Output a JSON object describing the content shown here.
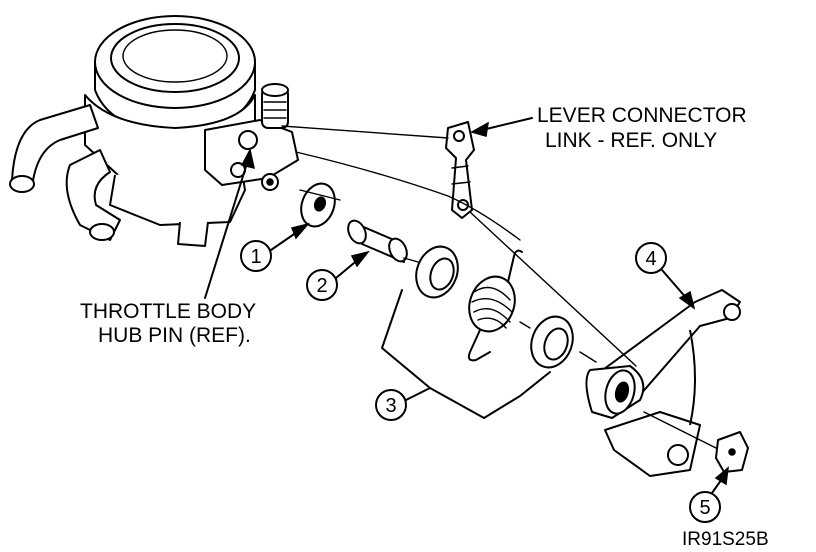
{
  "labels": {
    "lever_connector_line1": "LEVER CONNECTOR",
    "lever_connector_line2": "LINK - REF. ONLY",
    "throttle_hub_line1": "THROTTLE BODY",
    "throttle_hub_line2": "HUB PIN (REF).",
    "figure_code": "IR91S25B"
  },
  "callouts": [
    "1",
    "2",
    "3",
    "4",
    "5"
  ]
}
